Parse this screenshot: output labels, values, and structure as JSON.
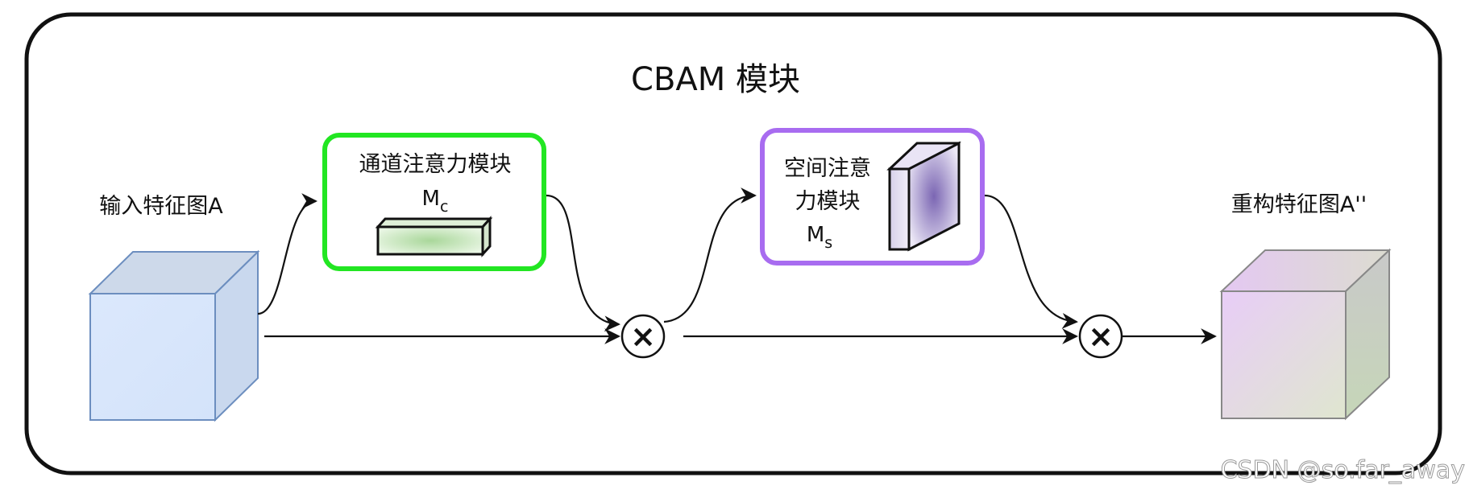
{
  "title": "CBAM 模块",
  "input": {
    "label": "输入特征图A"
  },
  "channel_attention": {
    "name": "通道注意力模块",
    "symbol": "M",
    "subscript": "c"
  },
  "spatial_attention": {
    "line1": "空间注意",
    "line2": "力模块",
    "symbol": "M",
    "subscript": "s"
  },
  "output": {
    "label": "重构特征图A''"
  },
  "operators": {
    "multiply": "×"
  },
  "watermark": "CSDN @so.far_away",
  "colors": {
    "frame": "#111111",
    "channel_box": "#22e622",
    "spatial_box": "#a86cf0",
    "input_cube": "#dae8fc",
    "input_cube_border": "#6c8ebf"
  }
}
